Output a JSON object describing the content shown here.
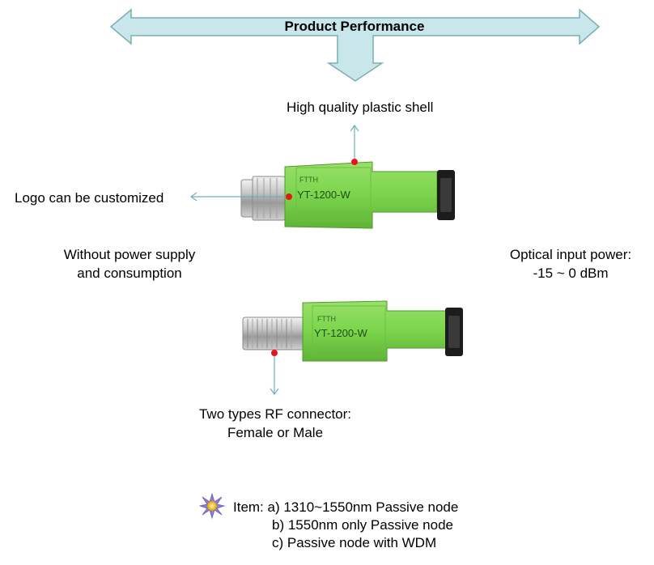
{
  "header": {
    "title": "Product Performance"
  },
  "device": {
    "brand": "FTTH",
    "model": "YT-1200-W"
  },
  "callouts": {
    "shell": "High quality plastic shell",
    "logo": "Logo can be customized",
    "power_line1": "Without power supply",
    "power_line2": "and consumption",
    "optical_line1": "Optical input power:",
    "optical_line2": "-15 ~ 0 dBm",
    "rf_line1": "Two types RF connector:",
    "rf_line2": "Female or Male"
  },
  "items": {
    "line1": "Item: a) 1310~1550nm Passive node",
    "line2": "b) 1550nm only Passive node",
    "line3": "c) Passive node with WDM"
  },
  "colors": {
    "arrow_fill": "#c9e7ea",
    "arrow_stroke": "#7aaeb3",
    "callout_line": "#6fb0b5",
    "marker": "#e8141c",
    "body_green": "#7bd44c",
    "star_icon": "#8a7fd0"
  }
}
